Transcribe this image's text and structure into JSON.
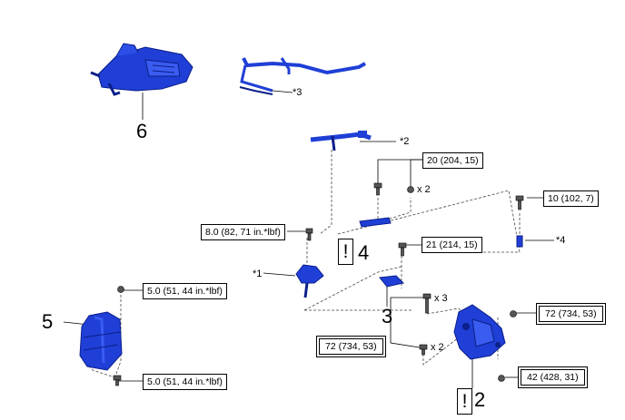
{
  "parts": {
    "p6": "6",
    "p5": "5",
    "p4": "4",
    "p3": "3",
    "p2": "2",
    "star1": "*1",
    "star2": "*2",
    "star3": "*3",
    "star4": "*4"
  },
  "torques": {
    "t_20": "20 (204, 15)",
    "t_10": "10 (102, 7)",
    "t_8": "8.0 (82, 71 in.*lbf)",
    "t_21": "21 (214, 15)",
    "t_5a": "5.0 (51, 44 in.*lbf)",
    "t_5b": "5.0 (51, 44 in.*lbf)",
    "t_72a": "72 (734, 53)",
    "t_72b": "72 (734, 53)",
    "t_42": "42 (428, 31)"
  },
  "quantities": {
    "x2a": "x 2",
    "x2b": "x 2",
    "x3": "x 3"
  },
  "warning_mark": "!",
  "colors": {
    "part_blue": "#1f3fd6",
    "part_dark": "#0b1f8a",
    "line": "#000000"
  }
}
